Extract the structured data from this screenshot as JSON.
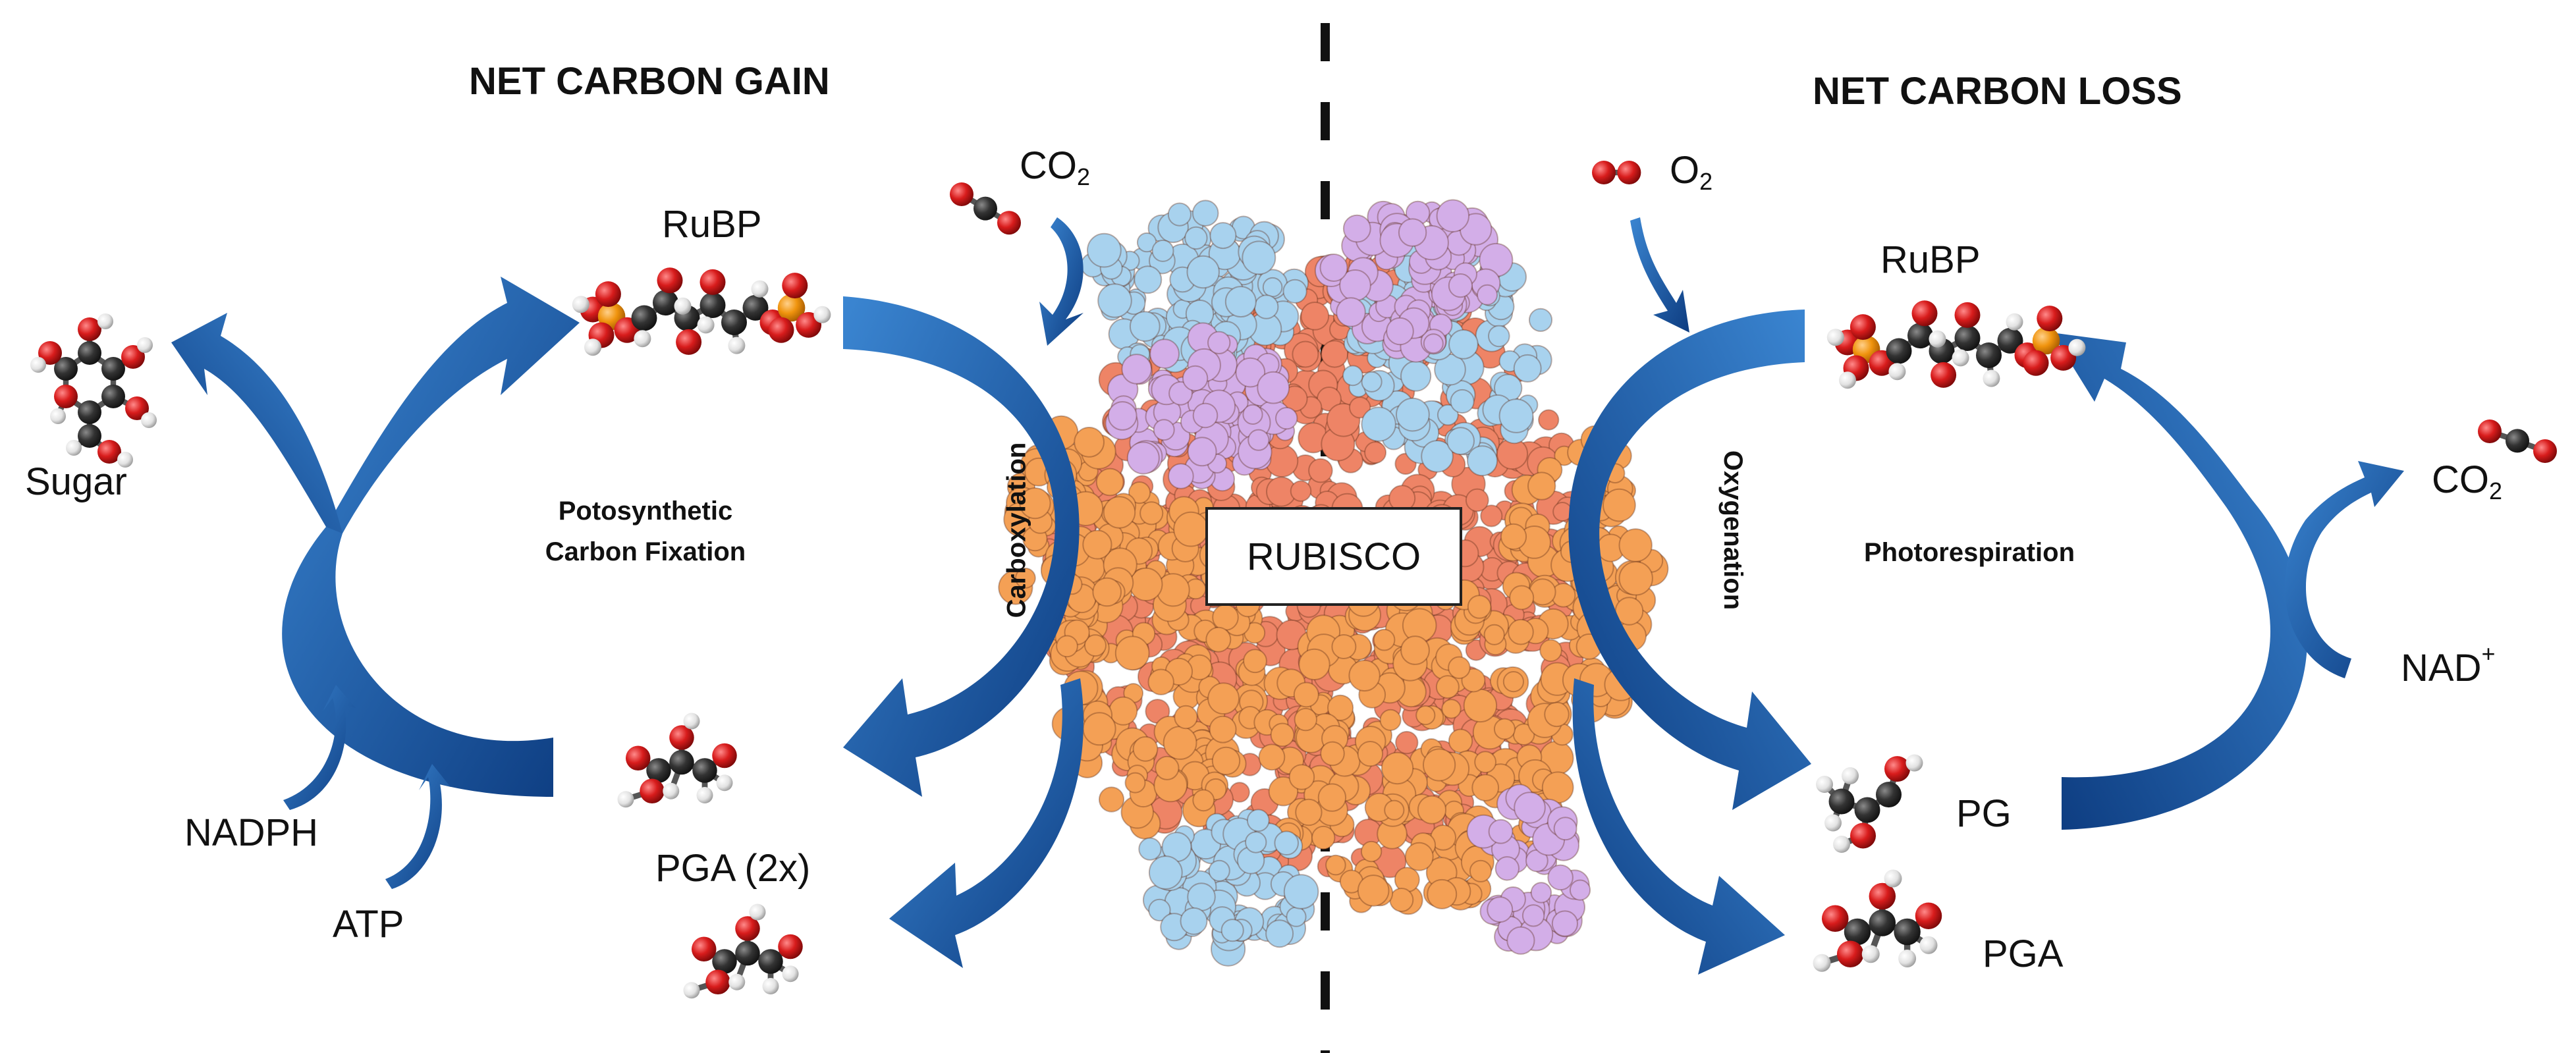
{
  "left": {
    "heading": "NET CARBON GAIN",
    "rubp": "RuBP",
    "sugar": "Sugar",
    "process_line1": "Potosynthetic",
    "process_line2": "Carbon Fixation",
    "nadph": "NADPH",
    "atp": "ATP",
    "pga": "PGA (2x)",
    "reaction": "Carboxylation",
    "co2": "CO",
    "co2_sub": "2"
  },
  "right": {
    "heading": "NET CARBON LOSS",
    "rubp": "RuBP",
    "o2": "O",
    "o2_sub": "2",
    "reaction": "Oxygenation",
    "process": "Photorespiration",
    "co2": "CO",
    "co2_sub": "2",
    "nad": "NAD",
    "nad_sup": "+",
    "pg": "PG",
    "pga": "PGA"
  },
  "center": {
    "enzyme": "RUBISCO"
  },
  "colors": {
    "arrow_light": "#2a72c0",
    "arrow_dark": "#0f3f84",
    "protein_salmon": "#ee8466",
    "protein_orange": "#f4a055",
    "protein_blue": "#a8d2ee",
    "protein_purple": "#d3aee8",
    "atom_carbon": "#333333",
    "atom_oxygen": "#d81c1c",
    "atom_phosphorus": "#f0940e",
    "atom_hydrogen": "#f2f2f2"
  }
}
